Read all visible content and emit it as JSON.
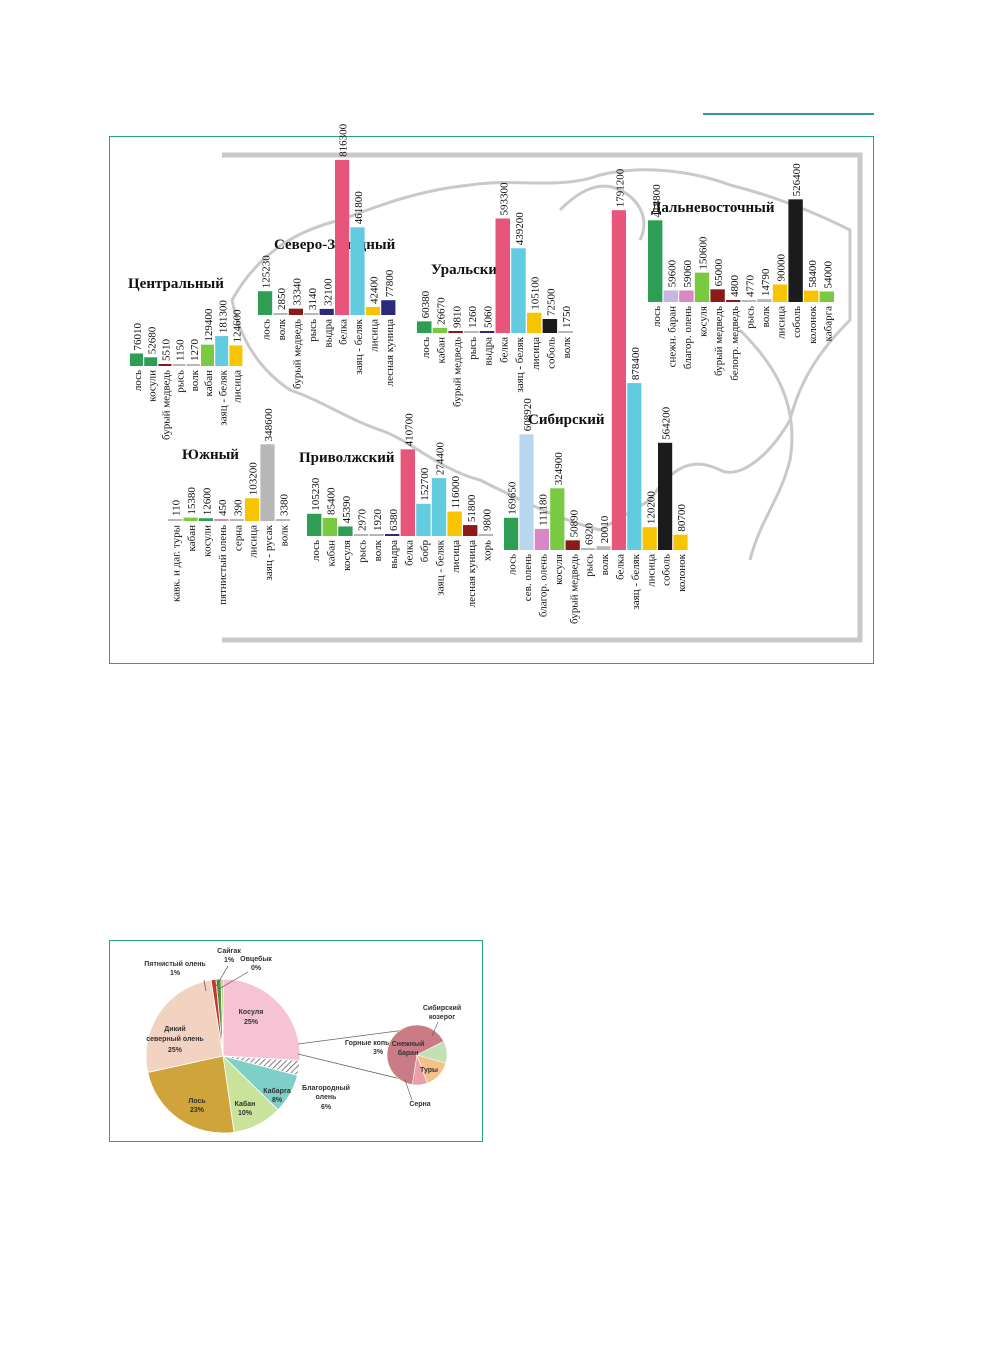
{
  "colors": {
    "frame": "#2aa57a",
    "rule": "#2e9aa6",
    "map": "#c9c9c9",
    "palette": {
      "green": "#2e9e55",
      "lgreen": "#7ac943",
      "pink": "#e8557a",
      "cyan": "#62cbe0",
      "yellow": "#f6c400",
      "navy": "#2b2a7a",
      "dred": "#8b1a1a",
      "black": "#1b1b1b",
      "gray": "#b7b7b7",
      "lilac": "#c8b6e2",
      "orange": "#f2a23a",
      "paleblue": "#b9d6ef",
      "mauve": "#d987c6",
      "lpink": "#f3b6cd"
    }
  },
  "chart_data": [
    {
      "type": "bar",
      "regions": [
        {
          "name": "Центральный",
          "items": [
            {
              "label": "лось",
              "value": 76010,
              "color": "green"
            },
            {
              "label": "косули",
              "value": 52680,
              "color": "green"
            },
            {
              "label": "бурый медведь",
              "value": 5510,
              "color": "dred"
            },
            {
              "label": "рысь",
              "value": 1150,
              "color": "gray"
            },
            {
              "label": "волк",
              "value": 1270,
              "color": "gray"
            },
            {
              "label": "кабан",
              "value": 129400,
              "color": "lgreen"
            },
            {
              "label": "заяц - беляк",
              "value": 181300,
              "color": "cyan"
            },
            {
              "label": "лисица",
              "value": 124600,
              "color": "yellow"
            }
          ]
        },
        {
          "name": "Северо-Западный",
          "items": [
            {
              "label": "лось",
              "value": 125230,
              "color": "green"
            },
            {
              "label": "волк",
              "value": 2850,
              "color": "gray"
            },
            {
              "label": "бурый медведь",
              "value": 33340,
              "color": "dred"
            },
            {
              "label": "рысь",
              "value": 3140,
              "color": "gray"
            },
            {
              "label": "выдра",
              "value": 32100,
              "color": "navy"
            },
            {
              "label": "белка",
              "value": 816300,
              "color": "pink"
            },
            {
              "label": "заяц - беляк",
              "value": 461800,
              "color": "cyan"
            },
            {
              "label": "лисица",
              "value": 42400,
              "color": "yellow"
            },
            {
              "label": "лесная куница",
              "value": 77800,
              "color": "navy"
            }
          ]
        },
        {
          "name": "Уральский",
          "items": [
            {
              "label": "лось",
              "value": 60380,
              "color": "green"
            },
            {
              "label": "кабан",
              "value": 26670,
              "color": "lgreen"
            },
            {
              "label": "бурый медведь",
              "value": 9810,
              "color": "dred"
            },
            {
              "label": "рысь",
              "value": 1260,
              "color": "gray"
            },
            {
              "label": "выдра",
              "value": 5060,
              "color": "navy"
            },
            {
              "label": "белка",
              "value": 593300,
              "color": "pink"
            },
            {
              "label": "заяц - беляк",
              "value": 439200,
              "color": "cyan"
            },
            {
              "label": "лисица",
              "value": 105100,
              "color": "yellow"
            },
            {
              "label": "соболь",
              "value": 72500,
              "color": "black"
            },
            {
              "label": "волк",
              "value": 1750,
              "color": "gray"
            }
          ]
        },
        {
          "name": "Дальневосточный",
          "items": [
            {
              "label": "лось",
              "value": 418800,
              "color": "green"
            },
            {
              "label": "снежн. баран",
              "value": 59600,
              "color": "lilac"
            },
            {
              "label": "благор. олень",
              "value": 59060,
              "color": "mauve"
            },
            {
              "label": "косуля",
              "value": 150600,
              "color": "lgreen"
            },
            {
              "label": "бурый медведь",
              "value": 65000,
              "color": "dred"
            },
            {
              "label": "белогр. медведь",
              "value": 4800,
              "color": "dred"
            },
            {
              "label": "рысь",
              "value": 4770,
              "color": "gray"
            },
            {
              "label": "волк",
              "value": 14790,
              "color": "gray"
            },
            {
              "label": "лисица",
              "value": 90000,
              "color": "yellow"
            },
            {
              "label": "соболь",
              "value": 526400,
              "color": "black"
            },
            {
              "label": "колонок",
              "value": 58400,
              "color": "yellow"
            },
            {
              "label": "кабарга",
              "value": 54000,
              "color": "lgreen"
            }
          ]
        },
        {
          "name": "Южный",
          "items": [
            {
              "label": "кавк. и даг. туры",
              "value": 110,
              "color": "gray"
            },
            {
              "label": "кабан",
              "value": 15380,
              "color": "lgreen"
            },
            {
              "label": "косули",
              "value": 12600,
              "color": "green"
            },
            {
              "label": "пятнистый олень",
              "value": 450,
              "color": "mauve"
            },
            {
              "label": "серна",
              "value": 390,
              "color": "gray"
            },
            {
              "label": "лисица",
              "value": 103200,
              "color": "yellow"
            },
            {
              "label": "заяц - русак",
              "value": 348600,
              "color": "gray"
            },
            {
              "label": "волк",
              "value": 3380,
              "color": "gray"
            }
          ]
        },
        {
          "name": "Приволжский",
          "items": [
            {
              "label": "лось",
              "value": 105230,
              "color": "green"
            },
            {
              "label": "кабан",
              "value": 85400,
              "color": "lgreen"
            },
            {
              "label": "косуля",
              "value": 45390,
              "color": "green"
            },
            {
              "label": "рысь",
              "value": 2970,
              "color": "gray"
            },
            {
              "label": "волк",
              "value": 1920,
              "color": "gray"
            },
            {
              "label": "выдра",
              "value": 6380,
              "color": "navy"
            },
            {
              "label": "белка",
              "value": 410700,
              "color": "pink"
            },
            {
              "label": "бобр",
              "value": 152700,
              "color": "cyan"
            },
            {
              "label": "заяц - беляк",
              "value": 274400,
              "color": "cyan"
            },
            {
              "label": "лисица",
              "value": 116000,
              "color": "yellow"
            },
            {
              "label": "лесная куница",
              "value": 51800,
              "color": "dred"
            },
            {
              "label": "хорь",
              "value": 9800,
              "color": "gray"
            }
          ]
        },
        {
          "name": "Сибирский",
          "items": [
            {
              "label": "лось",
              "value": 169650,
              "color": "green"
            },
            {
              "label": "сев. олень",
              "value": 608920,
              "color": "paleblue"
            },
            {
              "label": "благор. олень",
              "value": 111180,
              "color": "mauve"
            },
            {
              "label": "косуля",
              "value": 324900,
              "color": "lgreen"
            },
            {
              "label": "бурый медведь",
              "value": 50890,
              "color": "dred"
            },
            {
              "label": "рысь",
              "value": 6920,
              "color": "gray"
            },
            {
              "label": "волк",
              "value": 20010,
              "color": "gray"
            },
            {
              "label": "белка",
              "value": 1791200,
              "color": "pink"
            },
            {
              "label": "заяц - беляк",
              "value": 878400,
              "color": "cyan"
            },
            {
              "label": "лисица",
              "value": 120200,
              "color": "yellow"
            },
            {
              "label": "соболь",
              "value": 564200,
              "color": "black"
            },
            {
              "label": "колонок",
              "value": 80700,
              "color": "yellow"
            }
          ]
        }
      ]
    },
    {
      "type": "pie",
      "slices": [
        {
          "label": "Косуля",
          "pct": "25%",
          "value": 25,
          "color": "#f5c3d3"
        },
        {
          "label": "Горные копытные:",
          "pct": "3%",
          "value": 3,
          "color": "#ffffff"
        },
        {
          "label": "Кабарга",
          "pct": "8%",
          "value": 8,
          "color": "#7fcfc9"
        },
        {
          "label": "Кабан",
          "pct": "10%",
          "value": 10,
          "color": "#c9e39b"
        },
        {
          "label": "Лось",
          "pct": "23%",
          "value": 23,
          "color": "#cfa43b"
        },
        {
          "label": "Дикий северный олень",
          "pct": "25%",
          "value": 25,
          "color": "#f2d3c2"
        },
        {
          "label": "Пятнистый олень",
          "pct": "1%",
          "value": 1,
          "color": "#c0392b"
        },
        {
          "label": "Сайгак",
          "pct": "1%",
          "value": 1,
          "color": "#5a8f3c"
        },
        {
          "label": "Овцебык",
          "pct": "0%",
          "value": 0.4,
          "color": "#8fbc5a"
        }
      ],
      "extra_label": {
        "label": "Благородный олень",
        "pct": "6%"
      },
      "sub_pie": {
        "slices": [
          {
            "label": "Снежный баран",
            "value": 65,
            "color": "#c97b86"
          },
          {
            "label": "Сибирский козерог",
            "value": 12,
            "color": "#c3e0b4"
          },
          {
            "label": "Туры",
            "value": 15,
            "color": "#f6c08a"
          },
          {
            "label": "Серна",
            "value": 8,
            "color": "#e9a0a8"
          }
        ]
      }
    }
  ]
}
